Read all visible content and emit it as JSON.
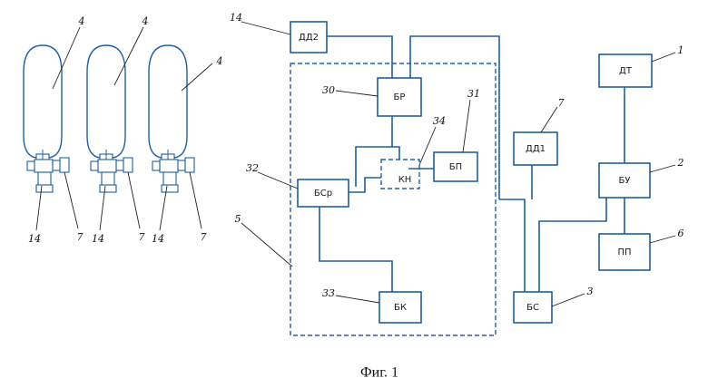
{
  "colors": {
    "line": "#1f5fa8",
    "text": "#111111"
  },
  "blocks": {
    "dd2": "ДД2",
    "br": "БР",
    "bp": "БП",
    "kn": "КН",
    "bsr": "БСр",
    "bk": "БК",
    "dd1": "ДД1",
    "bs": "БС",
    "dt": "ДТ",
    "bu": "БУ",
    "pp": "ПП"
  },
  "refs": {
    "dd2": "14",
    "br": "30",
    "bp": "31",
    "kn": "34",
    "bsr": "32",
    "bk": "33",
    "frame": "5",
    "dd1": "7",
    "bs": "3",
    "dt": "1",
    "bu": "2",
    "pp": "6",
    "cyl_1": "4",
    "cyl_2": "4",
    "cyl_3": "4",
    "sensor_1": "14",
    "valve_1": "7",
    "sensor_2": "14",
    "valve_2": "7",
    "sensor_3": "14",
    "valve_3": "7"
  },
  "caption": "Фиг. 1"
}
